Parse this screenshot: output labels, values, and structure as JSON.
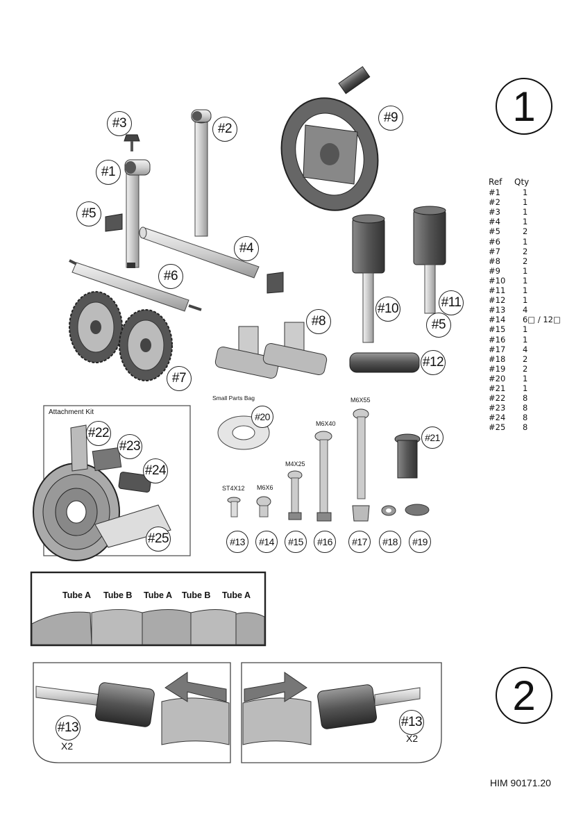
{
  "steps": {
    "step1": "1",
    "step2": "2"
  },
  "part_tags": {
    "p1": "#1",
    "p2": "#2",
    "p3": "#3",
    "p4": "#4",
    "p5a": "#5",
    "p5b": "#5",
    "p6": "#6",
    "p7": "#7",
    "p8": "#8",
    "p9": "#9",
    "p10": "#10",
    "p11": "#11",
    "p12": "#12",
    "p13": "#13",
    "p14": "#14",
    "p15": "#15",
    "p16": "#16",
    "p17": "#17",
    "p18": "#18",
    "p19": "#19",
    "p20": "#20",
    "p21": "#21",
    "p22": "#22",
    "p23": "#23",
    "p24": "#24",
    "p25": "#25",
    "s2left": "#13",
    "s2right": "#13"
  },
  "multipliers": {
    "left": "X2",
    "right": "X2"
  },
  "parts_table": {
    "header": {
      "ref": "Ref",
      "qty": "Qty"
    },
    "rows": [
      {
        "ref": "#1",
        "qty": "1"
      },
      {
        "ref": "#2",
        "qty": "1"
      },
      {
        "ref": "#3",
        "qty": "1"
      },
      {
        "ref": "#4",
        "qty": "1"
      },
      {
        "ref": "#5",
        "qty": "2"
      },
      {
        "ref": "#6",
        "qty": "1"
      },
      {
        "ref": "#7",
        "qty": "2"
      },
      {
        "ref": "#8",
        "qty": "2"
      },
      {
        "ref": "#9",
        "qty": "1"
      },
      {
        "ref": "#10",
        "qty": "1"
      },
      {
        "ref": "#11",
        "qty": "1"
      },
      {
        "ref": "#12",
        "qty": "1"
      },
      {
        "ref": "#13",
        "qty": "4"
      },
      {
        "ref": "#14",
        "qty": "6□ / 12□"
      },
      {
        "ref": "#15",
        "qty": "1"
      },
      {
        "ref": "#16",
        "qty": "1"
      },
      {
        "ref": "#17",
        "qty": "4"
      },
      {
        "ref": "#18",
        "qty": "2"
      },
      {
        "ref": "#19",
        "qty": "2"
      },
      {
        "ref": "#20",
        "qty": "1"
      },
      {
        "ref": "#21",
        "qty": "1"
      },
      {
        "ref": "#22",
        "qty": "8"
      },
      {
        "ref": "#23",
        "qty": "8"
      },
      {
        "ref": "#24",
        "qty": "8"
      },
      {
        "ref": "#25",
        "qty": "8"
      }
    ]
  },
  "labels": {
    "attachment_kit": "Attachment Kit",
    "small_parts_bag": "Small Parts Bag",
    "st4x12": "ST4X12",
    "m6x6": "M6X6",
    "m4x25": "M4X25",
    "m6x40": "M6X40",
    "m6x55": "M6X55"
  },
  "tubes": [
    "Tube A",
    "Tube B",
    "Tube A",
    "Tube B",
    "Tube A"
  ],
  "footer": "HIM 90171.20"
}
